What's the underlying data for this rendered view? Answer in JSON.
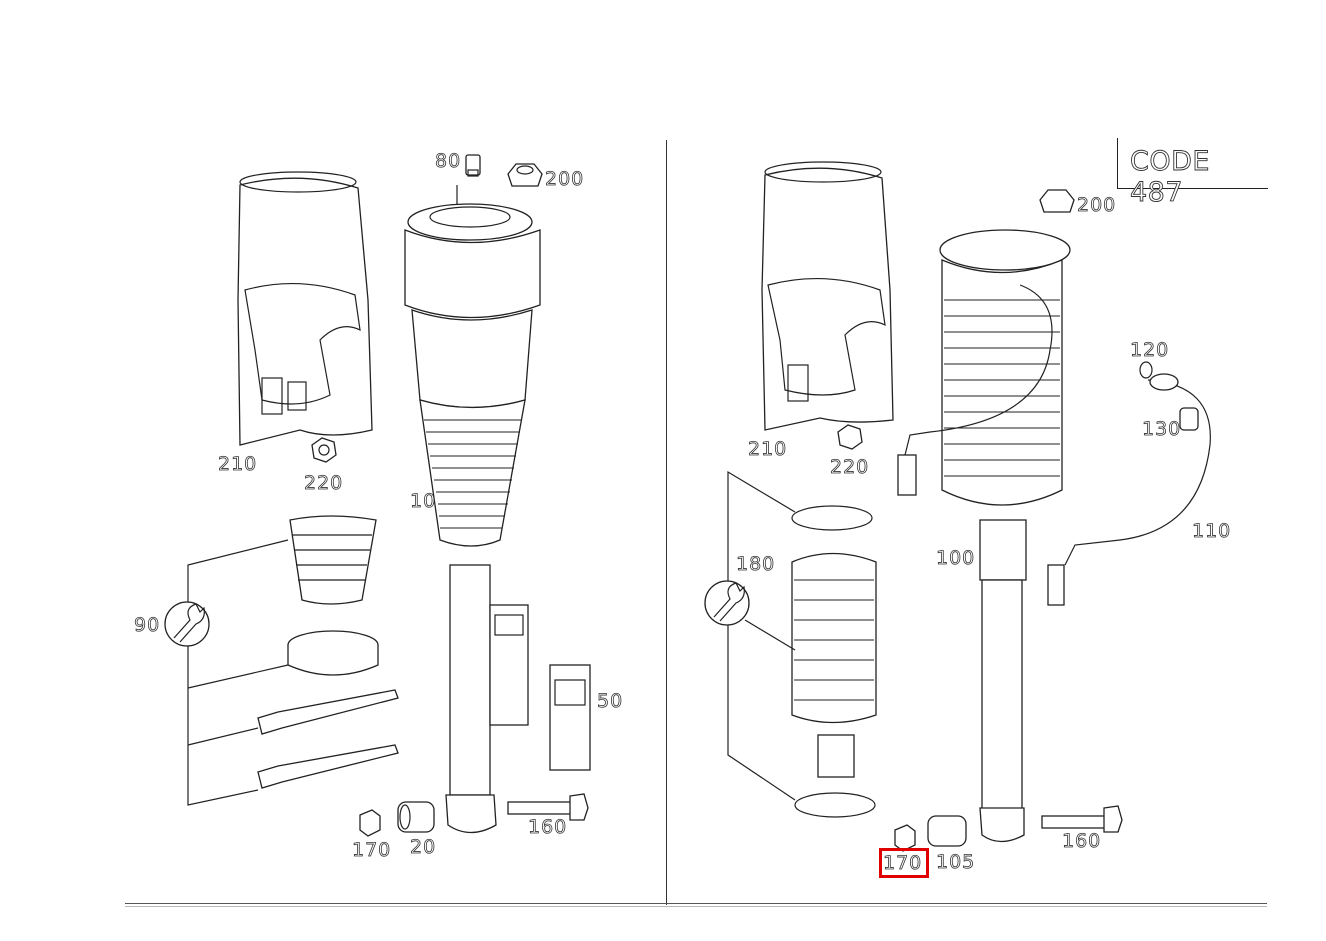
{
  "header": {
    "code_label": "CODE 487"
  },
  "left_panel": {
    "labels": {
      "p80": "80",
      "p200": "200",
      "p210": "210",
      "p220": "220",
      "p10": "10",
      "p90": "90",
      "p50": "50",
      "p170": "170",
      "p20": "20",
      "p160": "160"
    },
    "repair_kit_icon": "wrench-icon"
  },
  "right_panel": {
    "labels": {
      "p200": "200",
      "p210": "210",
      "p220": "220",
      "p120": "120",
      "p130": "130",
      "p110": "110",
      "p100": "100",
      "p180": "180",
      "p160": "160",
      "p170": "170",
      "p105": "105"
    },
    "repair_kit_icon": "wrench-icon",
    "highlighted_label": "170",
    "highlight_color": "#e00000"
  }
}
